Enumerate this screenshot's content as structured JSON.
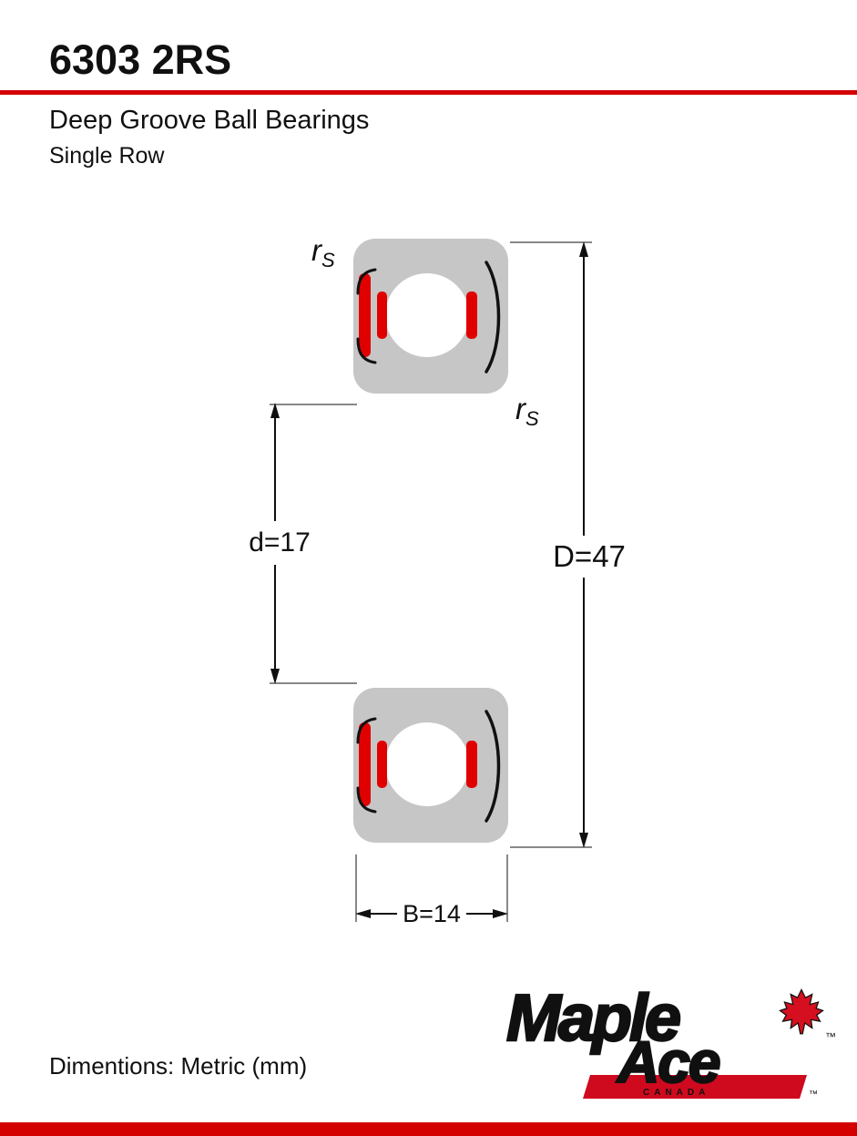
{
  "page": {
    "title": "6303 2RS",
    "subtitle": "Deep Groove Ball Bearings",
    "row_type": "Single Row",
    "dimension_note": "Dimentions: Metric (mm)"
  },
  "diagram": {
    "labels": {
      "radius": {
        "base": "r",
        "sub": "S"
      },
      "bore": "d=17",
      "outer_diameter": "D=47",
      "width": "B=14"
    }
  },
  "logo": {
    "word1": "Maple",
    "word2": "Ace",
    "country": "CANADA",
    "tm": "™"
  },
  "colors": {
    "accent_red": "#d40000",
    "bearing_gray": "#c6c6c6",
    "seal_red": "#e00000"
  }
}
